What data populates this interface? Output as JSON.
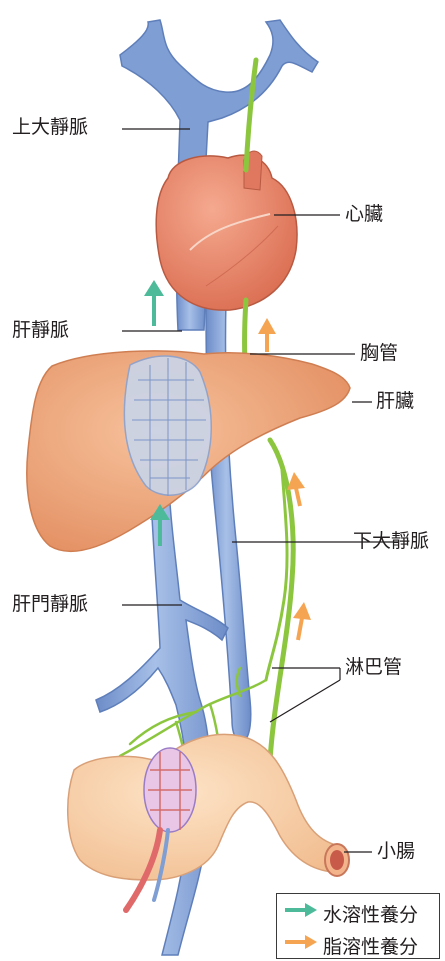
{
  "labels": {
    "svc": "上大靜脈",
    "heart": "心臟",
    "hepatic_vein": "肝靜脈",
    "thoracic_duct": "胸管",
    "liver": "肝臟",
    "ivc": "下大靜脈",
    "portal_vein": "肝門靜脈",
    "lymph_duct": "淋巴管",
    "small_intestine": "小腸"
  },
  "legend": {
    "water": {
      "label": "水溶性養分",
      "color": "#4dbb9a"
    },
    "fat": {
      "label": "脂溶性養分",
      "color": "#f5a552"
    }
  },
  "colors": {
    "vein": "#7f9ed3",
    "vein_dark": "#5f7fbb",
    "lymph": "#8cc63f",
    "heart": "#e8876c",
    "liver": "#eea378",
    "intestine": "#f6cda1",
    "artery": "#e06a6a"
  }
}
